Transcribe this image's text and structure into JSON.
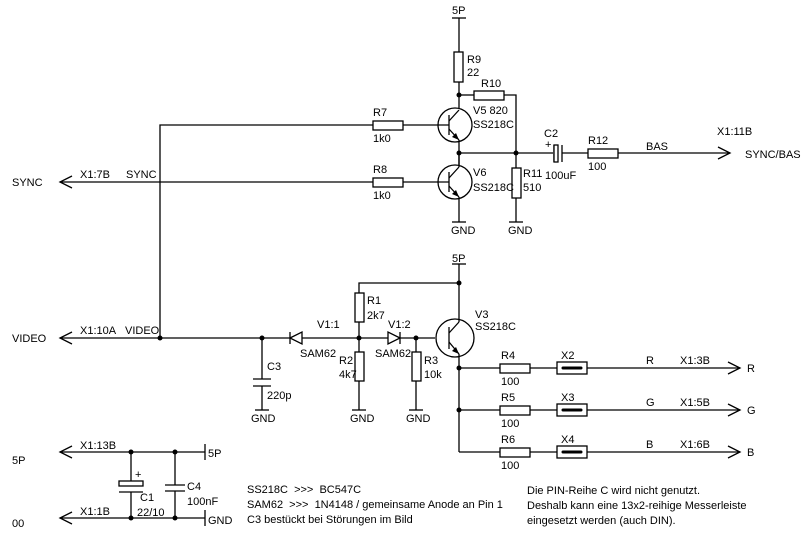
{
  "rails": {
    "p5_top": "5P",
    "p5_mid": "5P",
    "gnd": "GND"
  },
  "sync_in": {
    "label": "SYNC",
    "pin": "X1:7B",
    "net": "SYNC"
  },
  "video_in": {
    "label": "VIDEO",
    "pin": "X1:10A",
    "net": "VIDEO"
  },
  "out_bas": {
    "pin": "X1:11B",
    "net": "BAS",
    "label": "SYNC/BAS"
  },
  "parts": {
    "R9": {
      "name": "R9",
      "value": "22"
    },
    "R10": {
      "name": "R10",
      "value": "V5 820"
    },
    "R7": {
      "name": "R7",
      "value": "1k0"
    },
    "R8": {
      "name": "R8",
      "value": "1k0"
    },
    "R11": {
      "name": "R11",
      "value": "510"
    },
    "R12": {
      "name": "R12",
      "value": "100"
    },
    "C2": {
      "name": "C2",
      "value": "100uF",
      "polarity": "+"
    },
    "V5": {
      "type": "SS218C"
    },
    "V6": {
      "name": "V6",
      "type": "SS218C"
    },
    "V3": {
      "name": "V3",
      "type": "SS218C"
    },
    "C3": {
      "name": "C3",
      "value": "220p"
    },
    "V1_1": {
      "name": "V1:1",
      "type": "SAM62"
    },
    "V1_2": {
      "name": "V1:2",
      "type": "SAM62"
    },
    "R1": {
      "name": "R1",
      "value": "2k7"
    },
    "R2": {
      "name": "R2",
      "value": "4k7"
    },
    "R3": {
      "name": "R3",
      "value": "10k"
    },
    "C1": {
      "name": "C1",
      "value": "22/10",
      "polarity": "+"
    },
    "C4": {
      "name": "C4",
      "value": "100nF"
    }
  },
  "outputs": [
    {
      "res": "R4",
      "value": "100",
      "jumper": "X2",
      "net": "R",
      "pin": "X1:3B",
      "label": "R"
    },
    {
      "res": "R5",
      "value": "100",
      "jumper": "X3",
      "net": "G",
      "pin": "X1:5B",
      "label": "G"
    },
    {
      "res": "R6",
      "value": "100",
      "jumper": "X4",
      "net": "B",
      "pin": "X1:6B",
      "label": "B"
    }
  ],
  "power": {
    "p5_label": "5P",
    "p5_pin": "X1:13B",
    "p5_rail": "5P",
    "gnd_label": "00",
    "gnd_pin": "X1:1B",
    "gnd_rail": "GND"
  },
  "notes": [
    "SS218C  >>>  BC547C",
    "SAM62  >>>  1N4148 / gemeinsame Anode an Pin 1",
    "C3 bestückt bei Störungen im Bild"
  ],
  "notes_right": [
    "Die PIN-Reihe C wird nicht genutzt.",
    "Deshalb kann eine 13x2-reihige Messerleiste",
    "eingesetzt werden (auch DIN)."
  ]
}
